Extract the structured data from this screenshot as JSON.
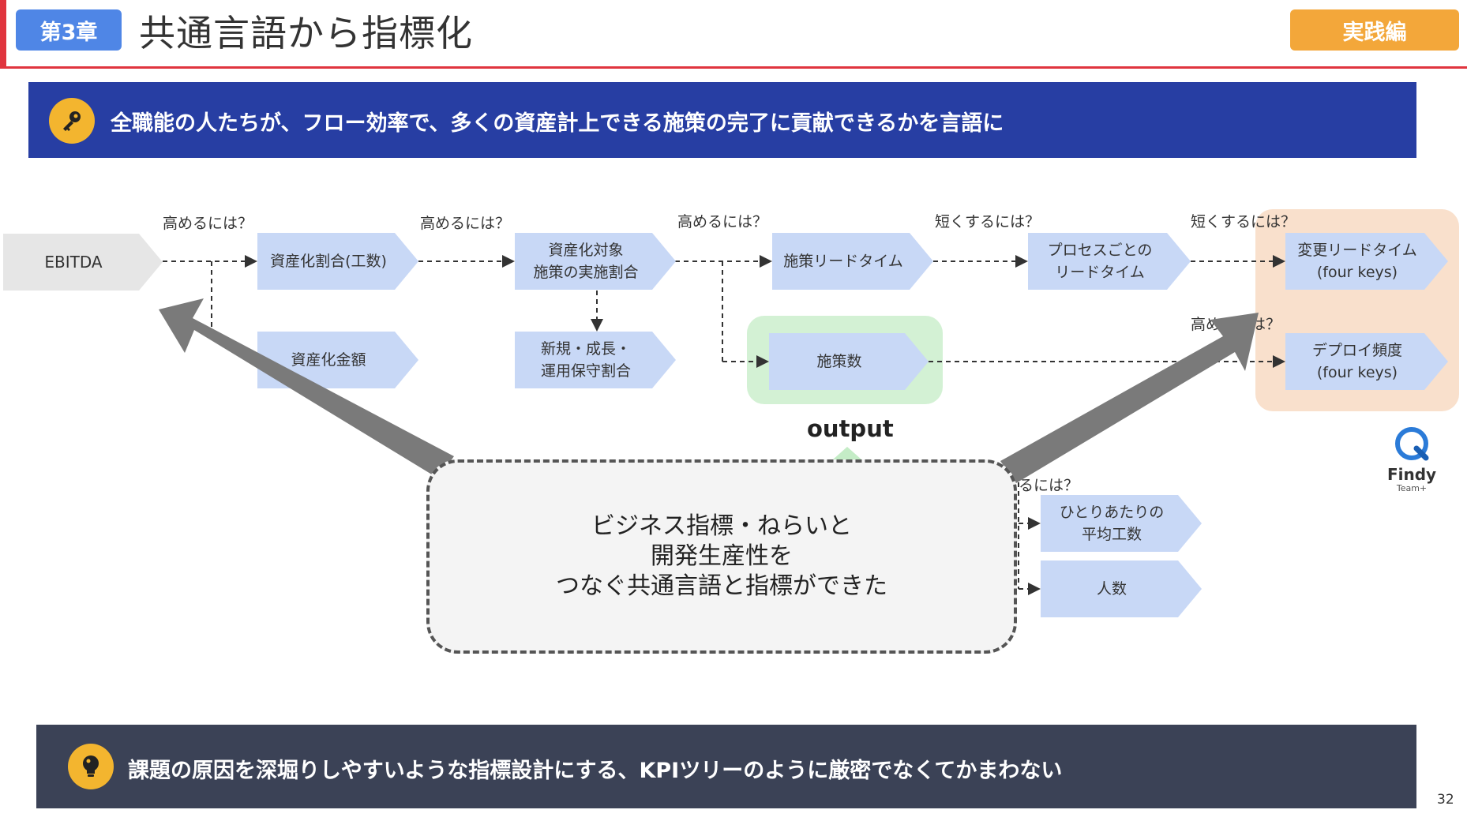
{
  "header": {
    "chapter_badge": "第3章",
    "title": "共通言語から指標化",
    "practice_badge": "実践編"
  },
  "top_banner": {
    "icon": "key-icon",
    "text": "全職能の人たちが、フロー効率で、多くの資産計上できる施策の完了に貢献できるかを言語に"
  },
  "diagram": {
    "nodes": {
      "ebitda": "EBITDA",
      "capitalization_rate": "資産化割合(工数)",
      "capitalization_target": "資産化対象\n施策の実施割合",
      "measure_lead_time": "施策リードタイム",
      "process_lead_time": "プロセスごとの\nリードタイム",
      "change_lead_time": "変更リードタイム\n(four keys)",
      "capitalization_amount": "資産化金額",
      "new_growth_ops": "新規・成長・\n運用保守割合",
      "measure_count": "施策数",
      "deploy_frequency": "デプロイ頻度\n(four keys)",
      "per_person_effort": "ひとりあたりの\n平均工数",
      "headcount": "人数"
    },
    "questions": {
      "q1": "高めるには？",
      "q2": "高めるには？",
      "q3": "高めるには？",
      "q4": "短くするには？",
      "q5": "短くするには？",
      "q6": "高めるには？",
      "q7": "るには？"
    },
    "output_label": "output",
    "callout": "ビジネス指標・ねらいと\n開発生産性を\nつなぐ共通言語と指標ができた",
    "colors": {
      "node_fill": "#c8d8f6",
      "ebitda_fill": "#e6e6e6",
      "highlight_green": "#d3f1d4",
      "highlight_orange": "#f9e0cc",
      "big_arrow": "#7a7a7a"
    }
  },
  "logo": {
    "name": "Findy",
    "sub": "Team+"
  },
  "bottom_banner": {
    "icon": "lightbulb-icon",
    "text": "課題の原因を深堀りしやすいような指標設計にする、KPIツリーのように厳密でなくてかまわない"
  },
  "page_number": "32"
}
